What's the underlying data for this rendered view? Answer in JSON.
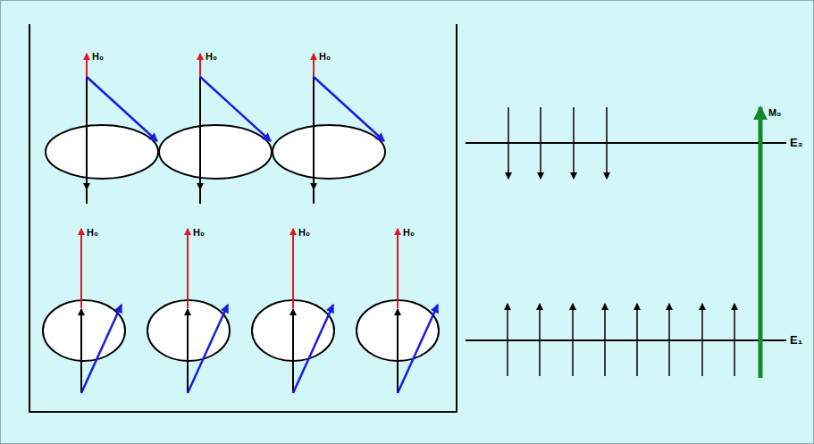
{
  "diagram": {
    "labels": [
      "H₀",
      "H₀",
      "H₀",
      "H₀",
      "H₀",
      "H₀",
      "H₀",
      "M₀",
      "E₂",
      "E₁"
    ]
  }
}
